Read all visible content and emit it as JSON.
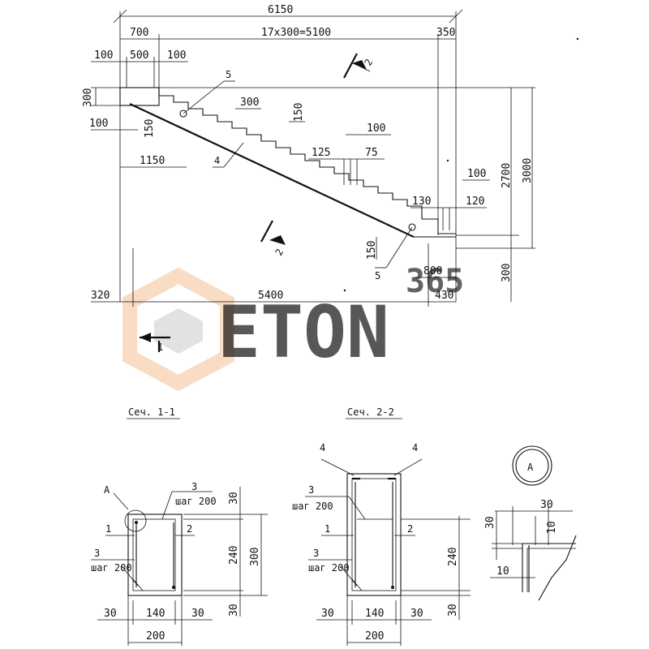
{
  "elevation": {
    "overall_length": "6150",
    "landing_top": "700",
    "tread_run": "17x300=5100",
    "landing_right": "350",
    "sub_100_a": "100",
    "sub_500": "500",
    "sub_100_b": "100",
    "landing_thk": "300",
    "left_100": "100",
    "left_150": "150",
    "left_1150": "1150",
    "tread_300": "300",
    "riser_150": "150",
    "d_100": "100",
    "d_125": "125",
    "d_75": "75",
    "d_100_r": "100",
    "d_130": "130",
    "d_120": "120",
    "h_2700": "2700",
    "h_3000": "3000",
    "h_300": "300",
    "bot_150": "150",
    "bot_800": "800",
    "base_320": "320",
    "base_5400": "5400",
    "base_430": "430",
    "mark_5_top": "5",
    "mark_5_bot": "5",
    "mark_4": "4",
    "cut_2_top": "2",
    "cut_2_mid": "2",
    "cut_1": "1"
  },
  "section_1": {
    "title": "Сеч. 1-1",
    "callout_a": "A",
    "bar_3_top": "3",
    "step_top": "шаг 200",
    "bar_1": "1",
    "bar_2": "2",
    "bar_3_bot": "3",
    "step_bot": "шаг 200",
    "d_30_top": "30",
    "d_240": "240",
    "d_300": "300",
    "d_30_bot": "30",
    "w_30_l": "30",
    "w_140": "140",
    "w_30_r": "30",
    "w_200": "200"
  },
  "section_2": {
    "title": "Сеч. 2-2",
    "bar_4_l": "4",
    "bar_4_r": "4",
    "bar_3_top": "3",
    "step_top": "шаг 200",
    "bar_1": "1",
    "bar_2": "2",
    "bar_3_bot": "3",
    "step_bot": "шаг 200",
    "d_240": "240",
    "d_30": "30",
    "w_30_l": "30",
    "w_140": "140",
    "w_30_r": "30",
    "w_200": "200"
  },
  "detail_a": {
    "label": "A",
    "d_30_top": "30",
    "d_10_top": "10",
    "d_30_left": "30",
    "d_10_bot": "10"
  },
  "watermark": {
    "brand": "ETON",
    "number": "365"
  },
  "colors": {
    "line": "#111111",
    "watermark_orange": "#f0a868",
    "watermark_grey": "#bdbdbd"
  }
}
